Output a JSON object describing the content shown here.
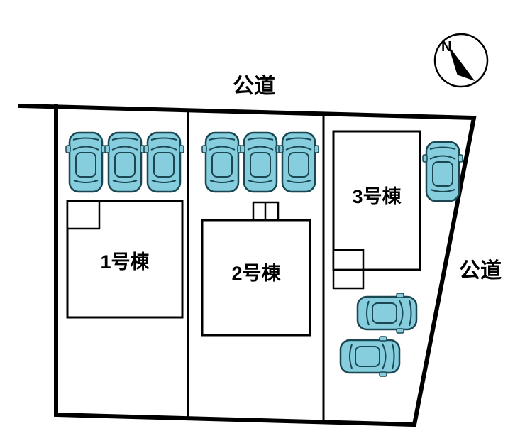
{
  "labels": {
    "road_top": "公道",
    "road_right": "公道",
    "compass_n": "N"
  },
  "plan": {
    "sections": [
      {
        "building": "1号棟",
        "parking_spaces": 3
      },
      {
        "building": "2号棟",
        "parking_spaces": 3
      },
      {
        "building": "3号棟",
        "parking_spaces": 3
      }
    ],
    "total_cars": 9,
    "roads": [
      "top",
      "right"
    ]
  },
  "colors": {
    "car_fill": "#86cedd",
    "car_stroke": "#1b4752",
    "line": "#000000",
    "background": "#ffffff"
  }
}
